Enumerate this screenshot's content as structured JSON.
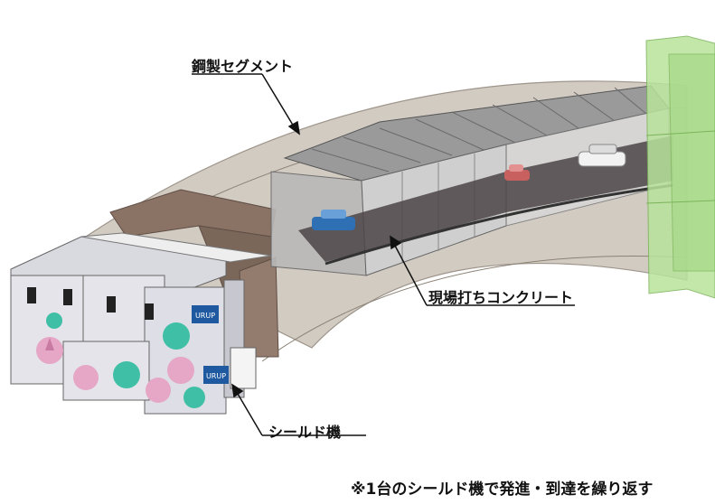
{
  "labels": {
    "steel_segment": "鋼製セグメント",
    "cast_concrete": "現場打ちコンクリート",
    "shield_machine": "シールド機"
  },
  "note": "※1台のシールド機で発進・到達を繰り返す",
  "machine_logo": "URUP",
  "colors": {
    "background": "#ffffff",
    "ground_band": "#c3b9ae",
    "steel_segment_brown": "#8a7265",
    "concrete_gray": "#a8a8a8",
    "green_structure": "#b8e39b",
    "cutter_pink": "#e6a6c6",
    "cutter_teal": "#3fbfa6",
    "road_dark": "#4b4448"
  },
  "icons": [
    "shield-cutter-icon",
    "car-icon",
    "worker-figure-icon",
    "logo-icon"
  ]
}
